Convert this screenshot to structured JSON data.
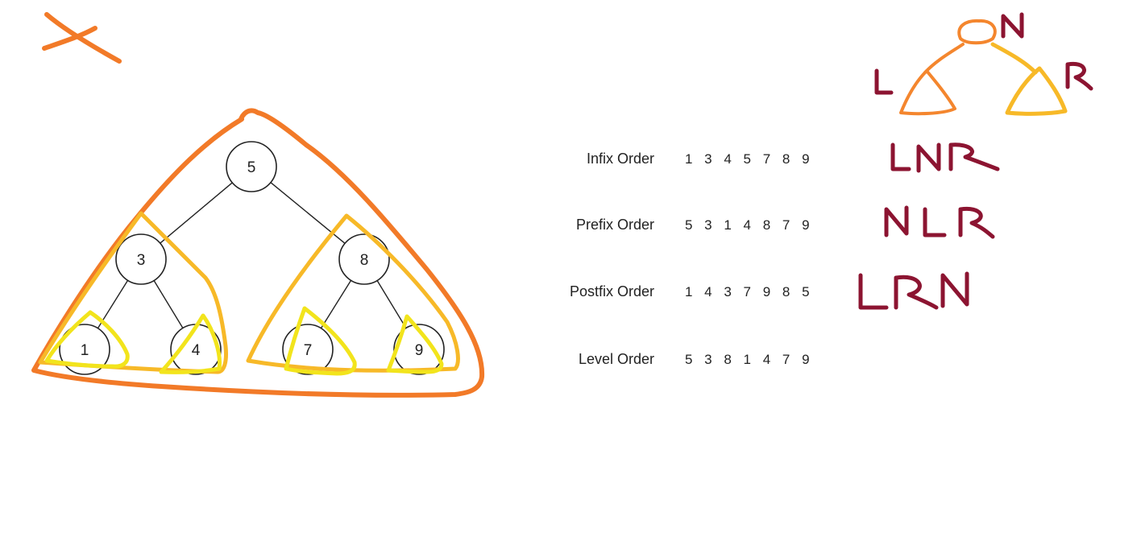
{
  "tree": {
    "nodes": [
      {
        "id": "n5",
        "label": "5"
      },
      {
        "id": "n3",
        "label": "3"
      },
      {
        "id": "n8",
        "label": "8"
      },
      {
        "id": "n1",
        "label": "1"
      },
      {
        "id": "n4",
        "label": "4"
      },
      {
        "id": "n7",
        "label": "7"
      },
      {
        "id": "n9",
        "label": "9"
      }
    ],
    "edges": [
      [
        "n5",
        "n3"
      ],
      [
        "n5",
        "n8"
      ],
      [
        "n3",
        "n1"
      ],
      [
        "n3",
        "n4"
      ],
      [
        "n8",
        "n7"
      ],
      [
        "n8",
        "n9"
      ]
    ]
  },
  "traversals": [
    {
      "label": "Infix Order",
      "sequence": "1 3 4 5 7 8 9",
      "annotation": "LNR"
    },
    {
      "label": "Prefix Order",
      "sequence": "5 3 1 4 8 7 9",
      "annotation": "NLR"
    },
    {
      "label": "Postfix Order",
      "sequence": "1 4 3 7 9 8 5",
      "annotation": "LRN"
    },
    {
      "label": "Level Order",
      "sequence": "5 3 8 1 4 7 9",
      "annotation": ""
    }
  ],
  "legend_sketch": {
    "node": "N",
    "left": "L",
    "right": "R"
  },
  "colors": {
    "orange": "#f27a28",
    "gold": "#f7b928",
    "yellow": "#f2e41c",
    "maroon": "#8c1431"
  }
}
